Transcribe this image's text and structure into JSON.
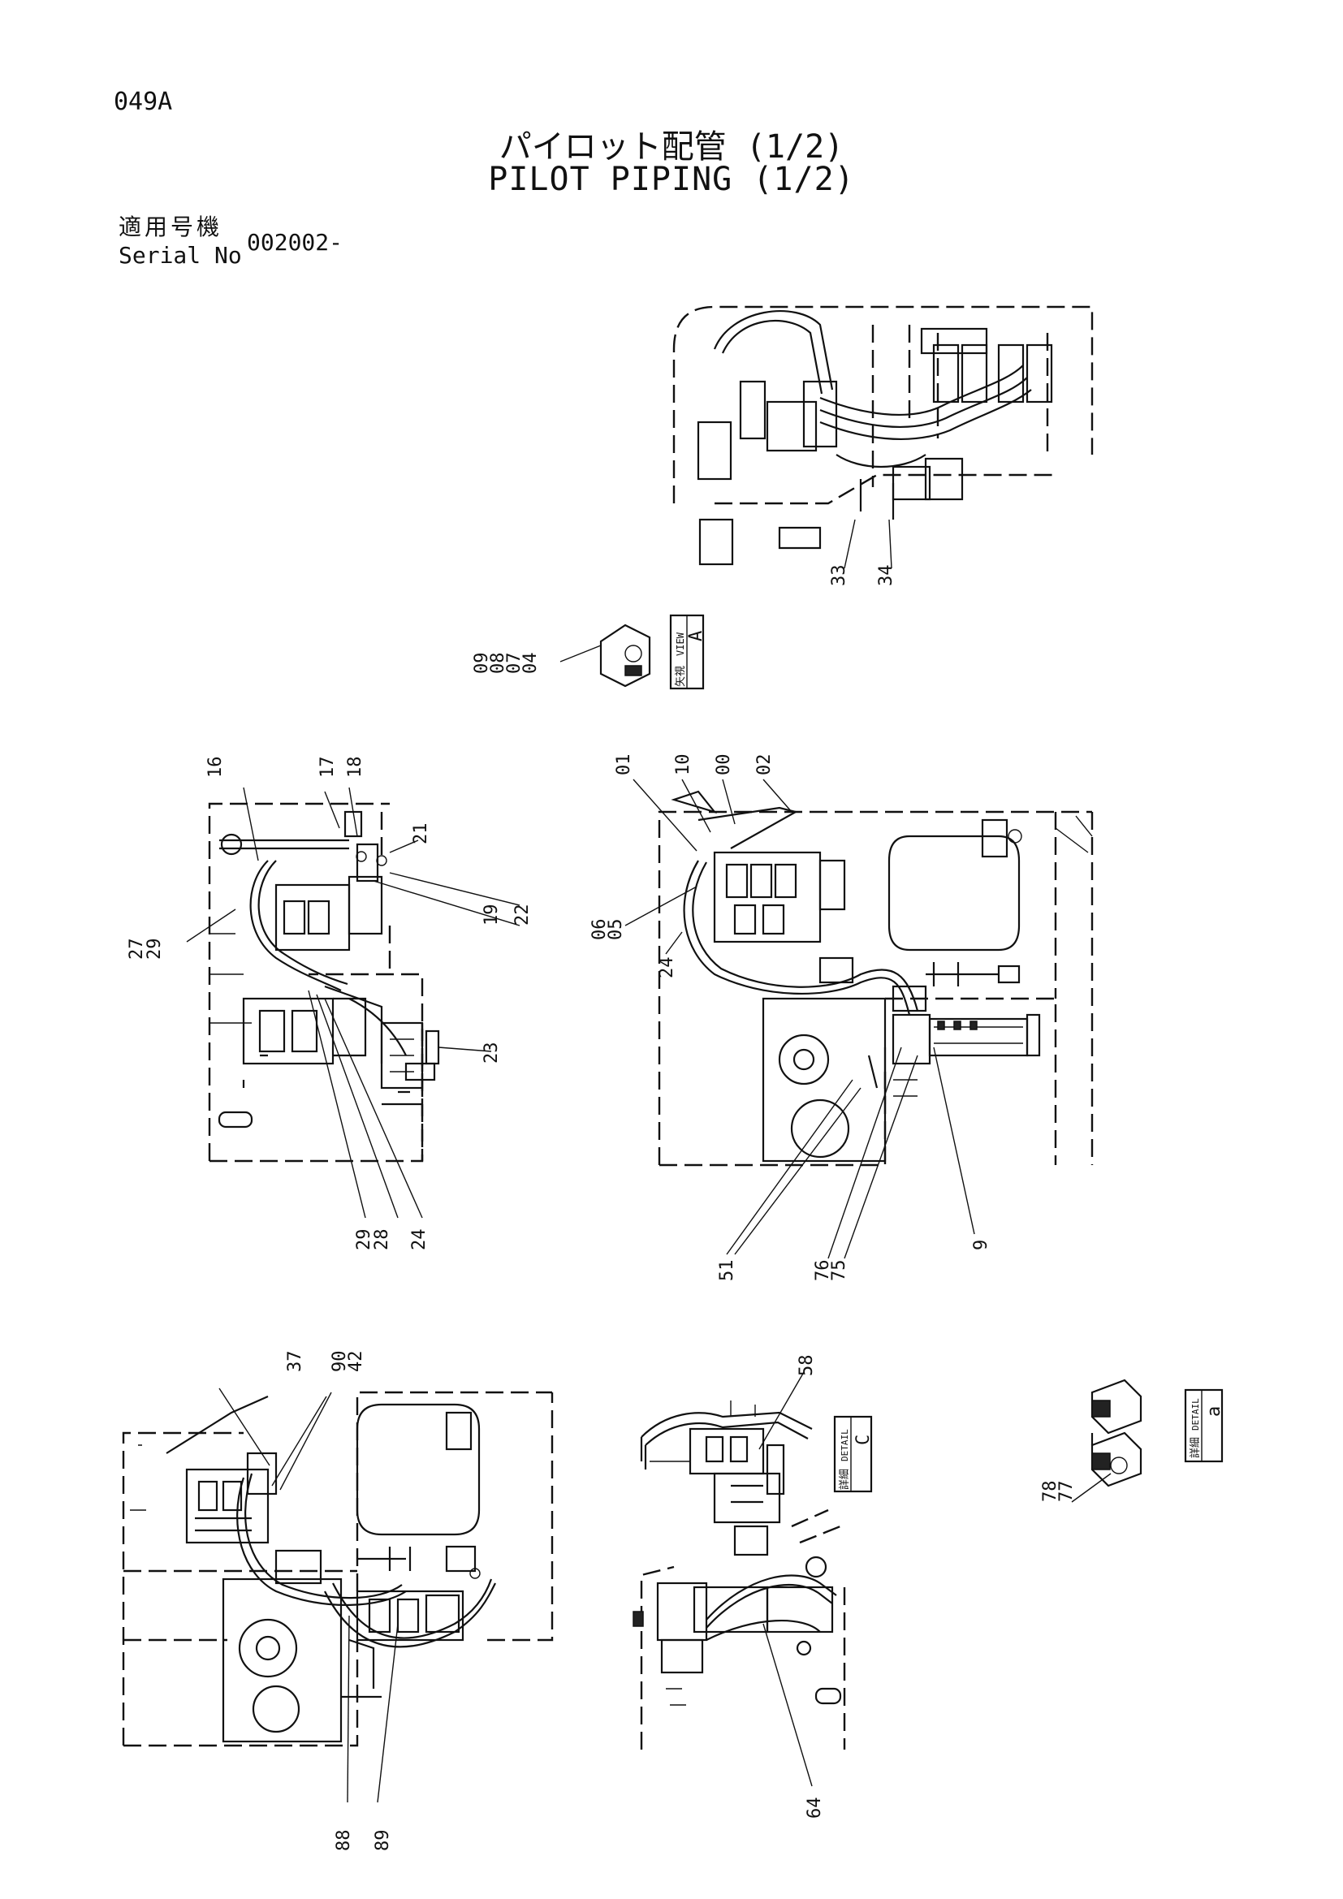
{
  "page_code": "049A",
  "title_jp": "パイロット配管 (1/2)",
  "title_en": "PILOT PIPING (1/2)",
  "serial": {
    "label_jp": "適用号機",
    "label_en": "Serial No",
    "value": "002002-"
  },
  "callouts": {
    "c33": "33",
    "c34": "34",
    "c09": "09",
    "c08": "08",
    "c07": "07",
    "c04": "04",
    "c16": "16",
    "c17": "17",
    "c18": "18",
    "c21": "21",
    "c22": "22",
    "c19": "19",
    "c27": "27",
    "c29a": "29",
    "c23": "23",
    "c29b": "29",
    "c28": "28",
    "c24a": "24",
    "c01": "01",
    "c10": "10",
    "c00": "00",
    "c02": "02",
    "c06": "06",
    "c05": "05",
    "c24b": "24",
    "c51": "51",
    "c76": "76",
    "c75": "75",
    "c9": "9",
    "c37": "37",
    "c90": "90",
    "c42": "42",
    "c88": "88",
    "c89": "89",
    "c58": "58",
    "c64": "64",
    "c78": "78",
    "c77": "77"
  },
  "view_tags": {
    "view_a": {
      "jp": "矢視",
      "en": "VIEW",
      "letter": "A"
    },
    "detail_c": {
      "jp": "詳細",
      "en": "DETAIL",
      "letter": "C"
    },
    "detail_a": {
      "jp": "詳細",
      "en": "DETAIL",
      "letter": "a"
    }
  }
}
